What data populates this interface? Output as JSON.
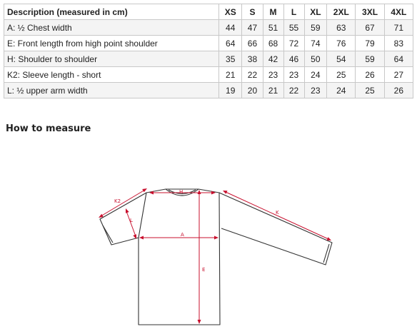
{
  "size_table": {
    "headers": [
      "Description (measured in cm)",
      "XS",
      "S",
      "M",
      "L",
      "XL",
      "2XL",
      "3XL",
      "4XL"
    ],
    "rows": [
      [
        "A: ½ Chest width",
        "44",
        "47",
        "51",
        "55",
        "59",
        "63",
        "67",
        "71"
      ],
      [
        "E: Front length from high point shoulder",
        "64",
        "66",
        "68",
        "72",
        "74",
        "76",
        "79",
        "83"
      ],
      [
        "H: Shoulder to shoulder",
        "35",
        "38",
        "42",
        "46",
        "50",
        "54",
        "59",
        "64"
      ],
      [
        "K2: Sleeve length - short",
        "21",
        "22",
        "23",
        "23",
        "24",
        "25",
        "26",
        "27"
      ],
      [
        "L: ½ upper arm width",
        "19",
        "20",
        "21",
        "22",
        "23",
        "24",
        "25",
        "26"
      ]
    ]
  },
  "how_to_measure": {
    "title": "How to measure",
    "labels": {
      "h": "H",
      "k2": "K2",
      "l": "L",
      "a": "A",
      "e": "E",
      "k": "K"
    }
  },
  "colors": {
    "measure": "#c8102e",
    "outline": "#333333",
    "table_border": "#c8c8c8",
    "row_alt": "#f4f4f4"
  }
}
